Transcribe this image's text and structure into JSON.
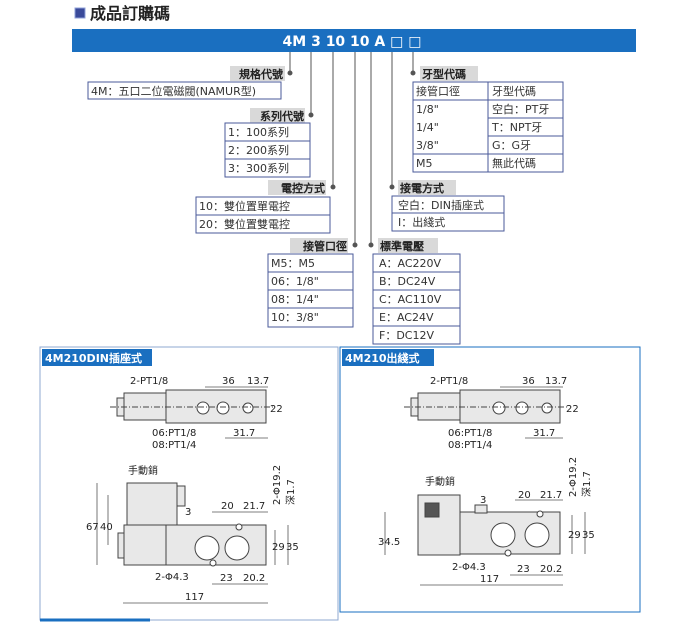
{
  "title": "成品訂購碼",
  "code": "4M 3 10 10 A □ □",
  "colors": {
    "accent": "#1a6fc0",
    "label_bg": "#d9d9d9",
    "box_border": "#4a5a9a"
  },
  "groups": {
    "spec": {
      "label": "規格代號",
      "items": [
        "4M：五口二位電磁閥(NAMUR型)"
      ]
    },
    "series": {
      "label": "系列代號",
      "items": [
        "1：100系列",
        "2：200系列",
        "3：300系列"
      ]
    },
    "control": {
      "label": "電控方式",
      "items": [
        "10：雙位置單電控",
        "20：雙位置雙電控"
      ]
    },
    "port": {
      "label": "接管口徑",
      "items": [
        "M5：M5",
        "06：1/8\"",
        "08：1/4\"",
        "10：3/8\""
      ]
    },
    "voltage": {
      "label": "標準電壓",
      "items": [
        "A：AC220V",
        "B：DC24V",
        "C：AC110V",
        "E：AC24V",
        "F：DC12V"
      ]
    },
    "wiring": {
      "label": "接電方式",
      "items": [
        "空白：DIN插座式",
        "I：出綫式"
      ]
    },
    "thread": {
      "label": "牙型代碼",
      "headers": [
        "接管口徑",
        "牙型代碼"
      ],
      "left": [
        "1/8\"",
        "1/4\"",
        "3/8\"",
        "M5"
      ],
      "right": [
        "空白：PT牙",
        "T：NPT牙",
        "G：G牙",
        "無此代碼"
      ]
    }
  },
  "panels": [
    {
      "title": "4M210DIN插座式",
      "dims": {
        "pt": "2-PT1/8",
        "d36": "36",
        "d137": "13.7",
        "d22": "22",
        "p06": "06:PT1/8",
        "p08": "08:PT1/4",
        "d317": "31.7",
        "manual": "手動銷",
        "d67": "67",
        "d40": "40",
        "d3": "3",
        "d20": "20",
        "d217": "21.7",
        "phi192": "2-Φ19.2",
        "deep": "深1.7",
        "d29": "29",
        "d35": "35",
        "phi43": "2-Φ4.3",
        "d23": "23",
        "d202": "20.2",
        "d117": "117"
      }
    },
    {
      "title": "4M210出綫式",
      "dims": {
        "pt": "2-PT1/8",
        "d36": "36",
        "d137": "13.7",
        "d22": "22",
        "p06": "06:PT1/8",
        "p08": "08:PT1/4",
        "d317": "31.7",
        "manual": "手動銷",
        "d345": "34.5",
        "d3": "3",
        "d20": "20",
        "d217": "21.7",
        "phi192": "2-Φ19.2",
        "deep": "深1.7",
        "d29": "29",
        "d35": "35",
        "phi43": "2-Φ4.3",
        "d23": "23",
        "d202": "20.2",
        "d117": "117"
      }
    }
  ]
}
